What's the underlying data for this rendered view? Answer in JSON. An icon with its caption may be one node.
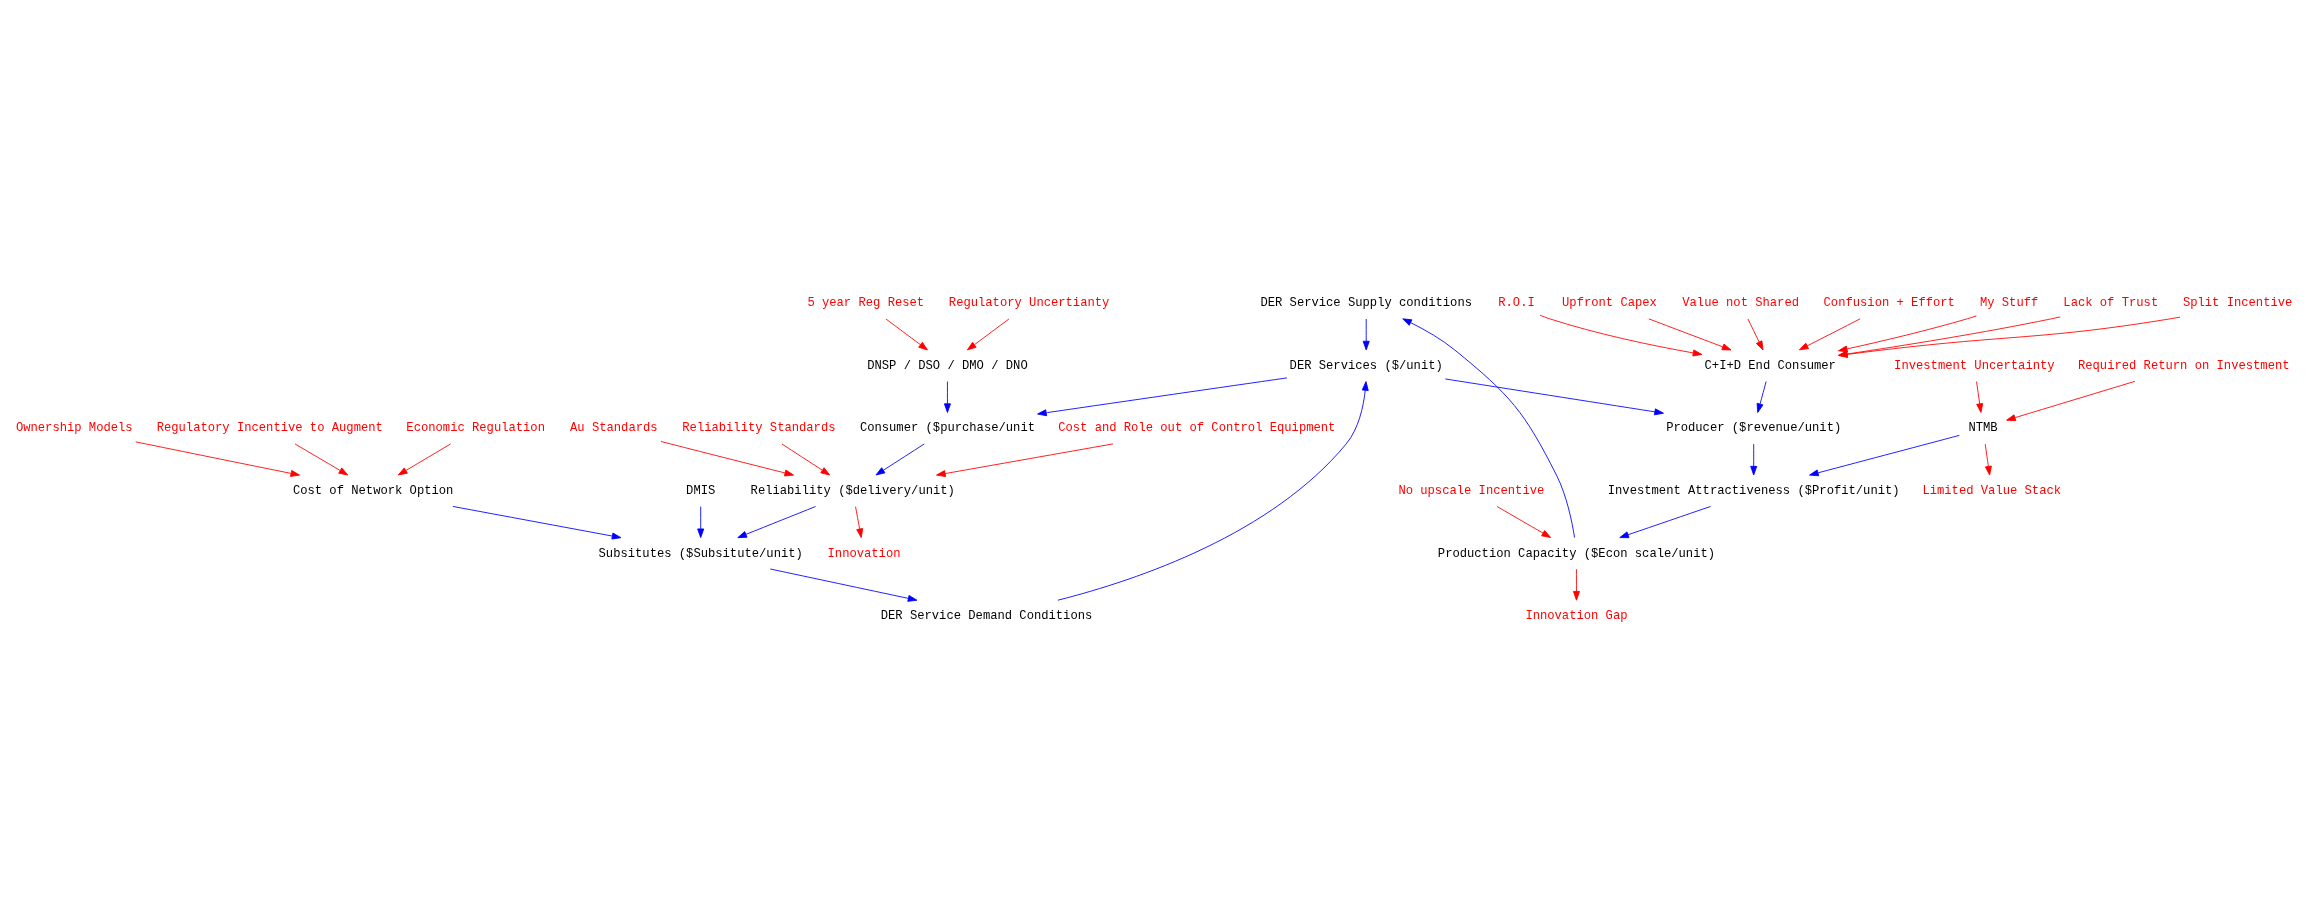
{
  "diagram": {
    "nodes": [
      {
        "text": [
          "DER Service Supply conditions"
        ]
      },
      {
        "text": [
          "DER Service Demand Conditions"
        ]
      },
      {
        "text": [
          "DMIS"
        ]
      },
      {
        "text": [
          "Production Capacity ($Econ scale/unit)"
        ]
      },
      {
        "text": [
          "Subsitutes ($Subsitute/unit)"
        ]
      },
      {
        "text": [
          "DER Services ($/unit)"
        ]
      },
      {
        "text": [
          "Cost of Network Option"
        ]
      },
      {
        "text": [
          "Investment Attractiveness ($Profit/unit)"
        ]
      },
      {
        "text": [
          "Producer ($revenue/unit)"
        ]
      },
      {
        "text": [
          "Consumer ($purchase/unit"
        ]
      },
      {
        "text": [
          "Reliability ($delivery/unit)"
        ]
      },
      {
        "text": [
          "NTMB"
        ]
      },
      {
        "text": [
          "C+I+D End Consumer"
        ]
      },
      {
        "text": [
          "DNSP / DSO / DMO / DNO"
        ]
      },
      {
        "text": [
          "No upscale Incentive"
        ]
      },
      {
        "text": [
          "Innovation Gap"
        ]
      },
      {
        "text": [
          "Regulatory Incentive to Augment"
        ]
      },
      {
        "text": [
          "Economic Regulation"
        ]
      },
      {
        "text": [
          "Ownership Models"
        ]
      },
      {
        "text": [
          "Innovation"
        ]
      },
      {
        "text": [
          "Limited Value Stack"
        ]
      },
      {
        "text": [
          "Investment Uncertainty"
        ]
      },
      {
        "text": [
          "Required Return on Investment"
        ]
      },
      {
        "text": [
          "Confusion + Effort"
        ]
      },
      {
        "text": [
          "My Stuff"
        ]
      },
      {
        "text": [
          "Lack of Trust"
        ]
      },
      {
        "text": [
          "Split Incentive"
        ]
      },
      {
        "text": [
          "R.O.I"
        ]
      },
      {
        "text": [
          "Upfront Capex"
        ]
      },
      {
        "text": [
          "Value not Shared"
        ]
      },
      {
        "text": [
          "Regulatory Uncertianty"
        ]
      },
      {
        "text": [
          "5 year Reg Reset"
        ]
      },
      {
        "text": [
          "Reliability Standards"
        ]
      },
      {
        "text": [
          "Cost and Role out of Control Equipment"
        ]
      },
      {
        "text": [
          "Au Standards"
        ]
      }
    ],
    "edges": [
      {
        "from": 3,
        "to": 0,
        "arrow": "to",
        "color": "#0000ff"
      },
      {
        "from": 0,
        "to": 5,
        "arrow": "to",
        "color": "#0000ff"
      },
      {
        "from": 4,
        "to": 1,
        "arrow": "to",
        "color": "#0000ff"
      },
      {
        "from": 1,
        "to": 5,
        "arrow": "to",
        "color": "#0000ff"
      },
      {
        "from": 2,
        "to": 4,
        "arrow": "to",
        "color": "#0000ff"
      },
      {
        "from": 6,
        "to": 4,
        "arrow": "to",
        "color": "#0000ff"
      },
      {
        "from": 5,
        "to": 8,
        "arrow": "to",
        "color": "#0000ff"
      },
      {
        "from": 5,
        "to": 9,
        "arrow": "to",
        "color": "#0000ff"
      },
      {
        "from": 7,
        "to": 3,
        "arrow": "to",
        "color": "#0000ff"
      },
      {
        "from": 8,
        "to": 7,
        "arrow": "to",
        "color": "#0000ff"
      },
      {
        "from": 9,
        "to": 10,
        "arrow": "to",
        "color": "#0000ff"
      },
      {
        "from": 10,
        "to": 4,
        "arrow": "to",
        "color": "#0000ff"
      },
      {
        "from": 11,
        "to": 7,
        "arrow": "to",
        "color": "#0000ff"
      },
      {
        "from": 12,
        "to": 8,
        "arrow": "to",
        "color": "#0000ff"
      },
      {
        "from": 13,
        "to": 9,
        "arrow": "to",
        "color": "#0000ff"
      },
      {
        "from": 14,
        "to": 3,
        "arrow": "to"
      },
      {
        "from": 3,
        "to": 15,
        "arrow": "to"
      },
      {
        "from": 16,
        "to": 6,
        "arrow": "to"
      },
      {
        "from": 17,
        "to": 6,
        "arrow": "to"
      },
      {
        "from": 18,
        "to": 6,
        "arrow": "to"
      },
      {
        "from": 10,
        "to": 19,
        "arrow": "to"
      },
      {
        "from": 11,
        "to": 20,
        "arrow": "to"
      },
      {
        "from": 21,
        "to": 11,
        "arrow": "to"
      },
      {
        "from": 22,
        "to": 11,
        "arrow": "to"
      },
      {
        "from": 23,
        "to": 12,
        "arrow": "to"
      },
      {
        "from": 24,
        "to": 12,
        "arrow": "to"
      },
      {
        "from": 25,
        "to": 12,
        "arrow": "to"
      },
      {
        "from": 26,
        "to": 12,
        "arrow": "to"
      },
      {
        "from": 27,
        "to": 12,
        "arrow": "to"
      },
      {
        "from": 28,
        "to": 12,
        "arrow": "to"
      },
      {
        "from": 29,
        "to": 12,
        "arrow": "to"
      },
      {
        "from": 30,
        "to": 13,
        "arrow": "to"
      },
      {
        "from": 31,
        "to": 13,
        "arrow": "to"
      },
      {
        "from": 32,
        "to": 10,
        "arrow": "to"
      },
      {
        "from": 33,
        "to": 10,
        "arrow": "to"
      },
      {
        "from": 34,
        "to": 10,
        "arrow": "to"
      }
    ]
  }
}
